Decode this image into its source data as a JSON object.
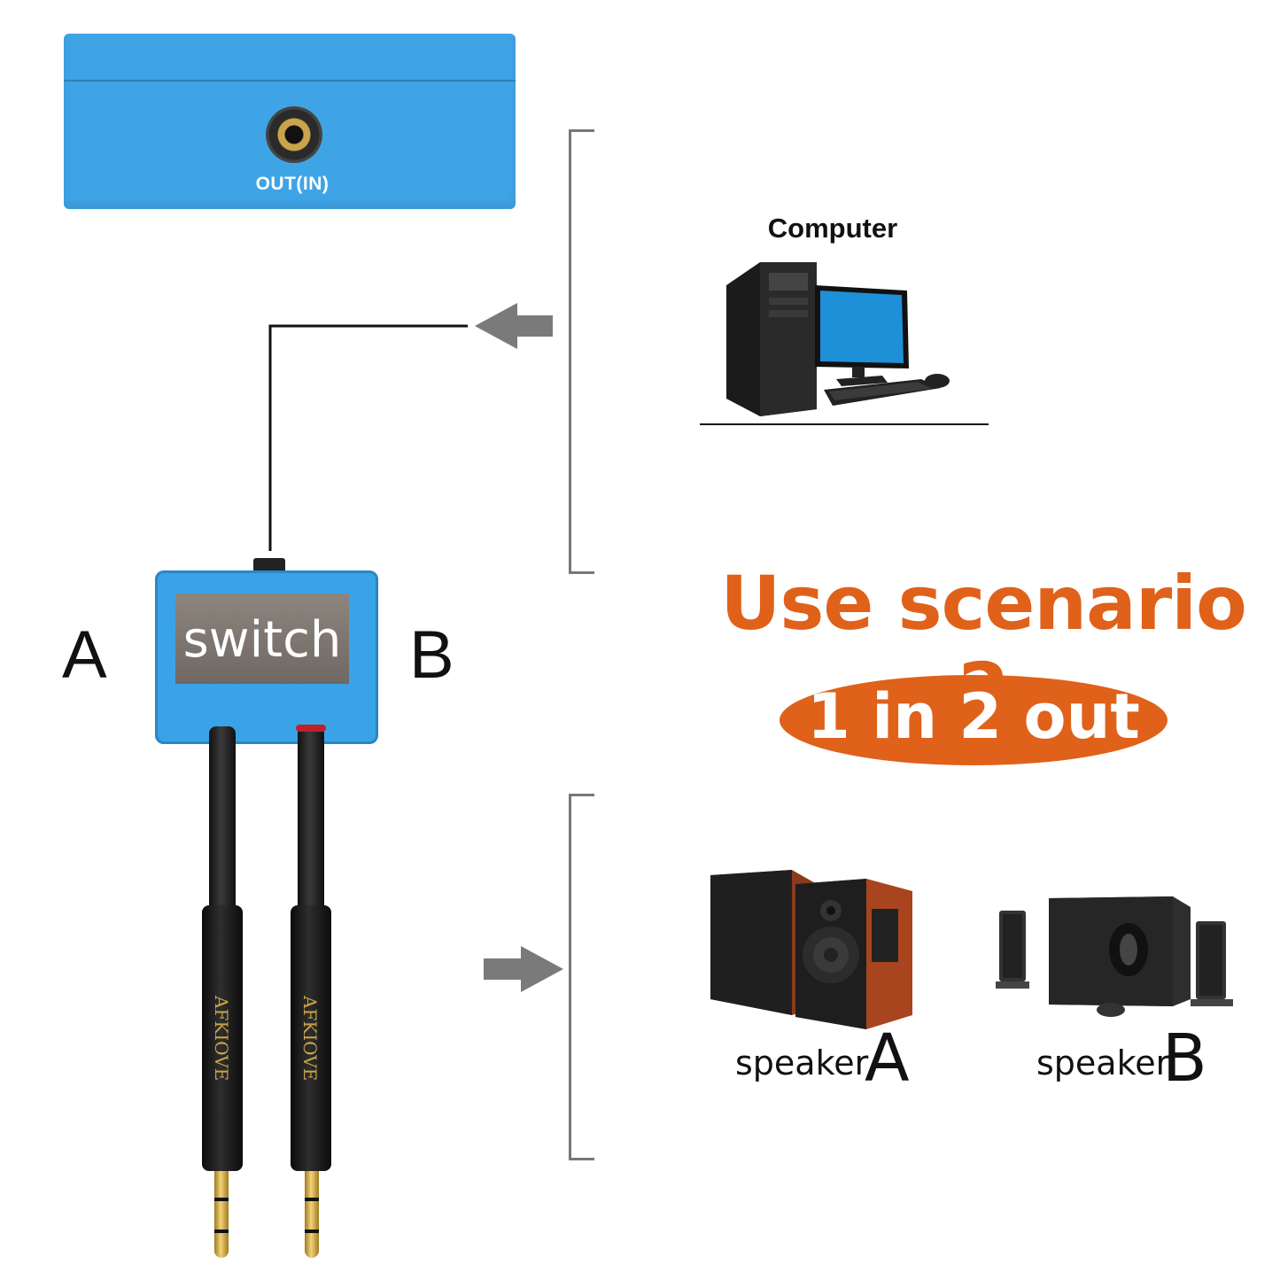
{
  "top_device": {
    "port_label": "OUT(IN)"
  },
  "computer": {
    "label": "Computer"
  },
  "switch": {
    "label": "switch",
    "port_a": "A",
    "port_b": "B"
  },
  "headline": {
    "title": "Use scenario 2",
    "subtitle": "1 in 2 out"
  },
  "cable_brand": "AFKIOVE",
  "speakers": [
    {
      "label": "speaker",
      "letter": "A"
    },
    {
      "label": "speaker",
      "letter": "B"
    }
  ],
  "colors": {
    "device_blue": "#3fa4e6",
    "accent_orange": "#e0611a",
    "arrow_gray": "#7a7a7a"
  }
}
